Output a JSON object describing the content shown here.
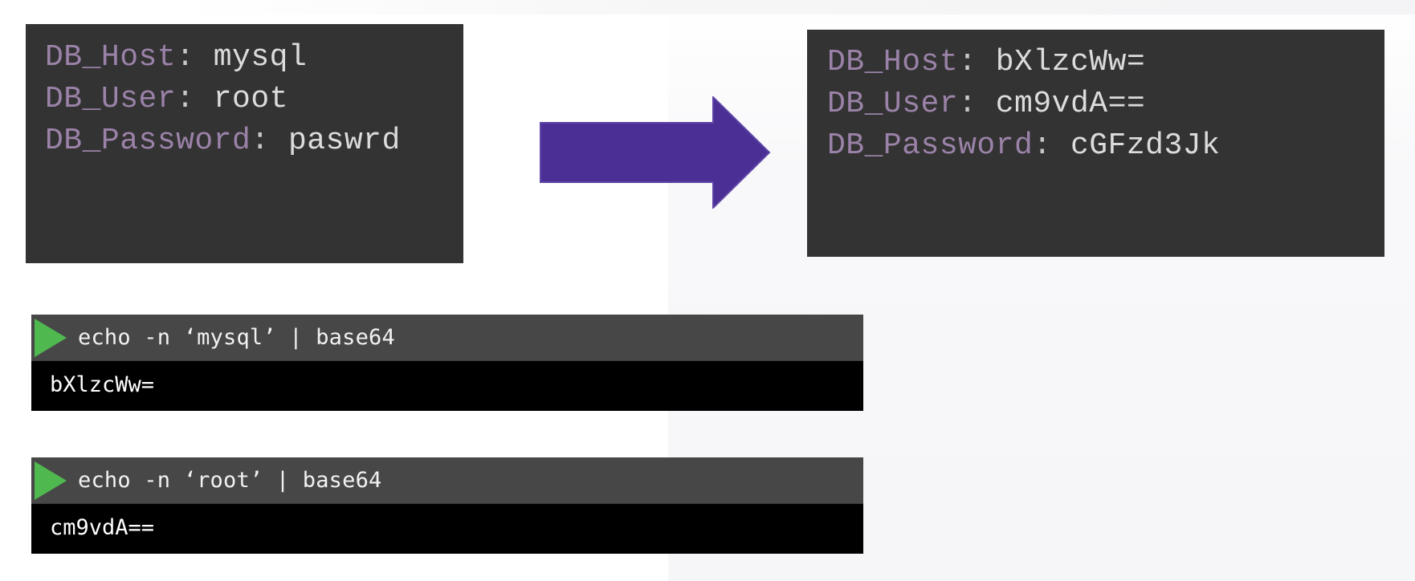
{
  "source_panel": {
    "lines": [
      {
        "key": "DB_Host",
        "sep": ": ",
        "value": "mysql"
      },
      {
        "key": "DB_User",
        "sep": ": ",
        "value": "root"
      },
      {
        "key": "DB_Password",
        "sep": ": ",
        "value": "paswrd"
      }
    ]
  },
  "encoded_panel": {
    "lines": [
      {
        "key": "DB_Host",
        "sep": ": ",
        "value": "bXlzcWw="
      },
      {
        "key": "DB_User",
        "sep": ": ",
        "value": "cm9vdA=="
      },
      {
        "key": "DB_Password",
        "sep": ": ",
        "value": "cGFzd3Jk"
      }
    ]
  },
  "terminals": [
    {
      "command": "echo -n ‘mysql’ | base64",
      "output": "bXlzcWw="
    },
    {
      "command": "echo -n ‘root’ | base64",
      "output": "cm9vdA=="
    }
  ],
  "colors": {
    "panel_bg": "#333333",
    "key": "#9b82a8",
    "value": "#dcdcdc",
    "arrow": "#4b2f95",
    "play_icon": "#4fb84f",
    "terminal_cmd_bg": "#474747",
    "terminal_out_bg": "#000000"
  },
  "icons": {
    "arrow": "right-arrow-icon",
    "run": "play-icon"
  }
}
